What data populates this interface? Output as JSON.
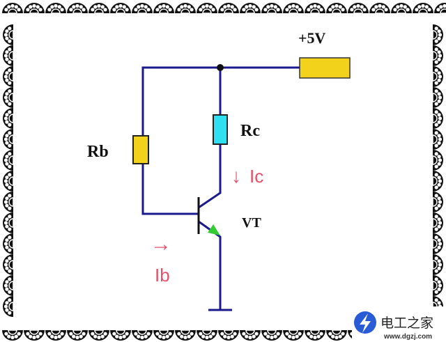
{
  "labels": {
    "supply": "+5V",
    "rc": "Rc",
    "rb": "Rb",
    "vt": "VT",
    "ic": "Ic",
    "ib": "Ib",
    "ic_arrow": "↓",
    "ib_arrow": "→"
  },
  "watermark": {
    "name": "电工之家",
    "url": "www.dgzj.com"
  },
  "colors": {
    "wire": "#1a1a8c",
    "supply_box": "#f2d21b",
    "rc_body": "#2ee0f0",
    "rb_body": "#f2d21b",
    "emitter_arrow": "#33cc33",
    "current_label": "#e8506a",
    "logo": "#2a5bd7"
  }
}
